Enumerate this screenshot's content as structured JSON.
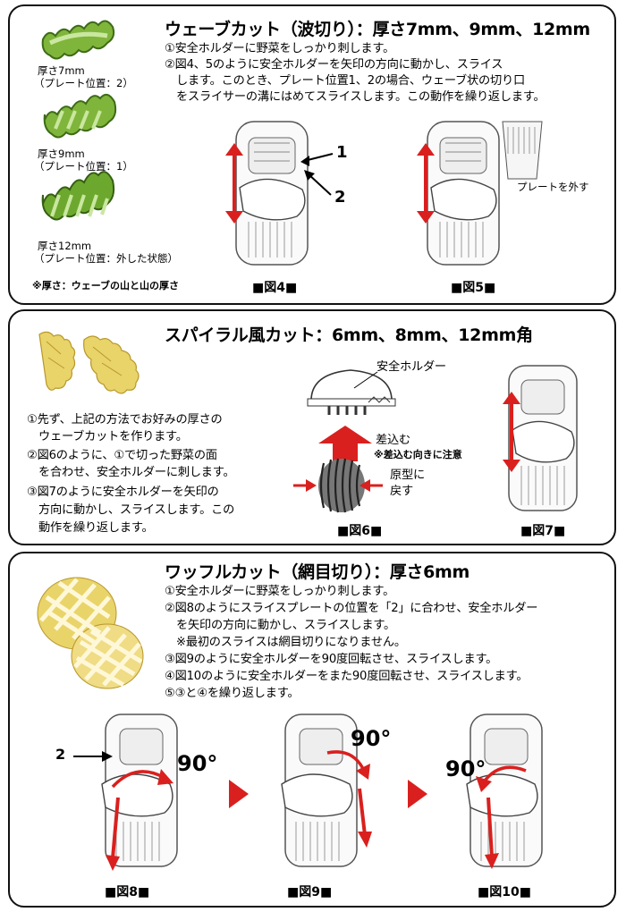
{
  "colors": {
    "arrow_red": "#d9201e",
    "cucumber_green": "#7fb53a",
    "potato_yellow": "#e9d46a",
    "border": "#111111"
  },
  "wave": {
    "title": "ウェーブカット（波切り）：厚さ7mm、9mm、12mm",
    "steps": [
      "①安全ホルダーに野菜をしっかり刺します。",
      "②図4、5のように安全ホルダーを矢印の方向に動かし、スライス",
      "　します。このとき、プレート位置1、2の場合、ウェーブ状の切り口",
      "　をスライサーの溝にはめてスライスします。この動作を繰り返します。"
    ],
    "samples": [
      {
        "label": "厚さ7mm",
        "sub": "（プレート位置：2）"
      },
      {
        "label": "厚さ9mm",
        "sub": "（プレート位置：1）"
      },
      {
        "label": "厚さ12mm",
        "sub": "（プレート位置：外した状態）"
      }
    ],
    "note": "※厚さ：ウェーブの山と山の厚さ",
    "fig4": {
      "caption": "■図4■",
      "pointer1": "1",
      "pointer2": "2"
    },
    "fig5": {
      "caption": "■図5■",
      "plate_label": "プレートを外す"
    }
  },
  "spiral": {
    "title": "スパイラル風カット：6mm、8mm、12mm角",
    "steps": [
      "①先ず、上記の方法でお好みの厚さの",
      "　ウェーブカットを作ります。",
      "②図6のように、①で切った野菜の面",
      "　を合わせ、安全ホルダーに刺します。",
      "③図7のように安全ホルダーを矢印の",
      "　方向に動かし、スライスします。この",
      "　動作を繰り返します。"
    ],
    "fig6": {
      "caption": "■図6■",
      "holder_label": "安全ホルダー",
      "insert_label": "差込む",
      "insert_note": "※差込む向きに注意",
      "reshape_line1": "原型に",
      "reshape_line2": "戻す"
    },
    "fig7": {
      "caption": "■図7■"
    }
  },
  "waffle": {
    "title": "ワッフルカット（網目切り）：厚さ6mm",
    "steps": [
      "①安全ホルダーに野菜をしっかり刺します。",
      "②図8のようにスライスプレートの位置を「2」に合わせ、安全ホルダー",
      "　を矢印の方向に動かし、スライスします。",
      "　※最初のスライスは網目切りになりません。",
      "③図9のように安全ホルダーを90度回転させ、スライスします。",
      "④図10のように安全ホルダーをまた90度回転させ、スライスします。",
      "⑤③と④を繰り返します。"
    ],
    "fig8": {
      "caption": "■図8■",
      "angle": "90°",
      "pointer": "2"
    },
    "fig9": {
      "caption": "■図9■",
      "angle": "90°"
    },
    "fig10": {
      "caption": "■図10■",
      "angle": "90°"
    }
  }
}
